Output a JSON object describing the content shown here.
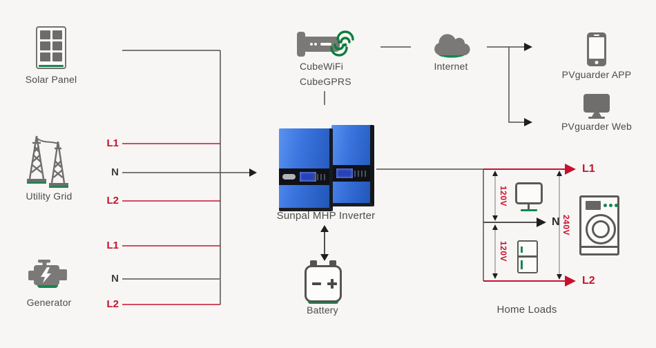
{
  "colors": {
    "background": "#f7f6f4",
    "red": "#c8102e",
    "green": "#14874d",
    "icon_gray": "#7b7977",
    "line_dark": "#4f4f4d",
    "inverter_blue": "#306fd6",
    "text": "#4b4b49"
  },
  "nodes": {
    "solar_panel": {
      "label": "Solar Panel"
    },
    "utility_grid": {
      "label": "Utility Grid"
    },
    "generator": {
      "label": "Generator"
    },
    "cube": {
      "line1": "CubeWiFi",
      "line2": "CubeGPRS"
    },
    "internet": {
      "label": "Internet"
    },
    "pvguarder_app": {
      "label": "PVguarder APP"
    },
    "pvguarder_web": {
      "label": "PVguarder Web"
    },
    "inverter": {
      "label": "Sunpal MHP Inverter"
    },
    "battery": {
      "label": "Battery"
    },
    "home_loads": {
      "label": "Home Loads"
    }
  },
  "wires": {
    "utility": {
      "l1": "L1",
      "n": "N",
      "l2": "L2"
    },
    "generator": {
      "l1": "L1",
      "n": "N",
      "l2": "L2"
    },
    "loads": {
      "l1": "L1",
      "n": "N",
      "l2": "L2"
    },
    "voltages": {
      "top": "120V",
      "bottom": "120V",
      "total": "240V"
    }
  },
  "icons": {
    "solar_panel": "solar-panel-icon",
    "utility_grid": "transmission-towers-icon",
    "generator": "engine-icon",
    "cube_dongle": "usb-dongle-icon",
    "wifi": "wifi-signal-icon",
    "internet": "cloud-icon",
    "pvguarder_app": "smartphone-icon",
    "pvguarder_web": "desktop-monitor-icon",
    "inverter": "inverter-photo",
    "battery": "battery-icon",
    "tv": "tv-icon",
    "fridge": "fridge-icon",
    "washer": "washing-machine-icon"
  }
}
